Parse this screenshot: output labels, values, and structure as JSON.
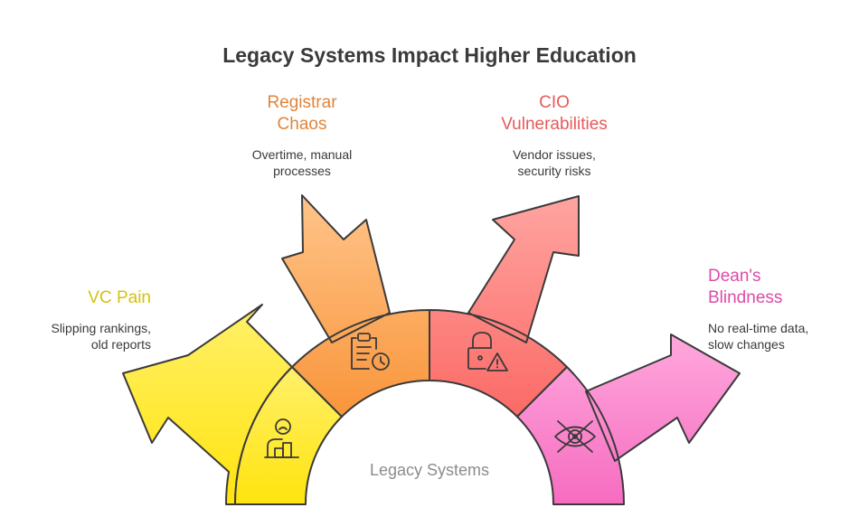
{
  "title": "Legacy Systems Impact Higher Education",
  "hub_label": "Legacy Systems",
  "branches": [
    {
      "heading_lines": [
        "VC Pain"
      ],
      "description_lines": [
        "Slipping rankings,",
        "old reports"
      ],
      "color": "#d4c20f",
      "fill": "#fde93a",
      "icon": "user-at-podium-icon"
    },
    {
      "heading_lines": [
        "Registrar",
        "Chaos"
      ],
      "description_lines": [
        "Overtime, manual",
        "processes"
      ],
      "color": "#e0843a",
      "fill": "#fba45a",
      "icon": "clipboard-clock-icon"
    },
    {
      "heading_lines": [
        "CIO",
        "Vulnerabilities"
      ],
      "description_lines": [
        "Vendor issues,",
        "security risks"
      ],
      "color": "#e65a58",
      "fill": "#fd7c78",
      "icon": "lock-warning-icon"
    },
    {
      "heading_lines": [
        "Dean's",
        "Blindness"
      ],
      "description_lines": [
        "No real-time data,",
        "slow changes"
      ],
      "color": "#dd4ba6",
      "fill": "#f98bd0",
      "icon": "eye-crossed-icon"
    }
  ]
}
